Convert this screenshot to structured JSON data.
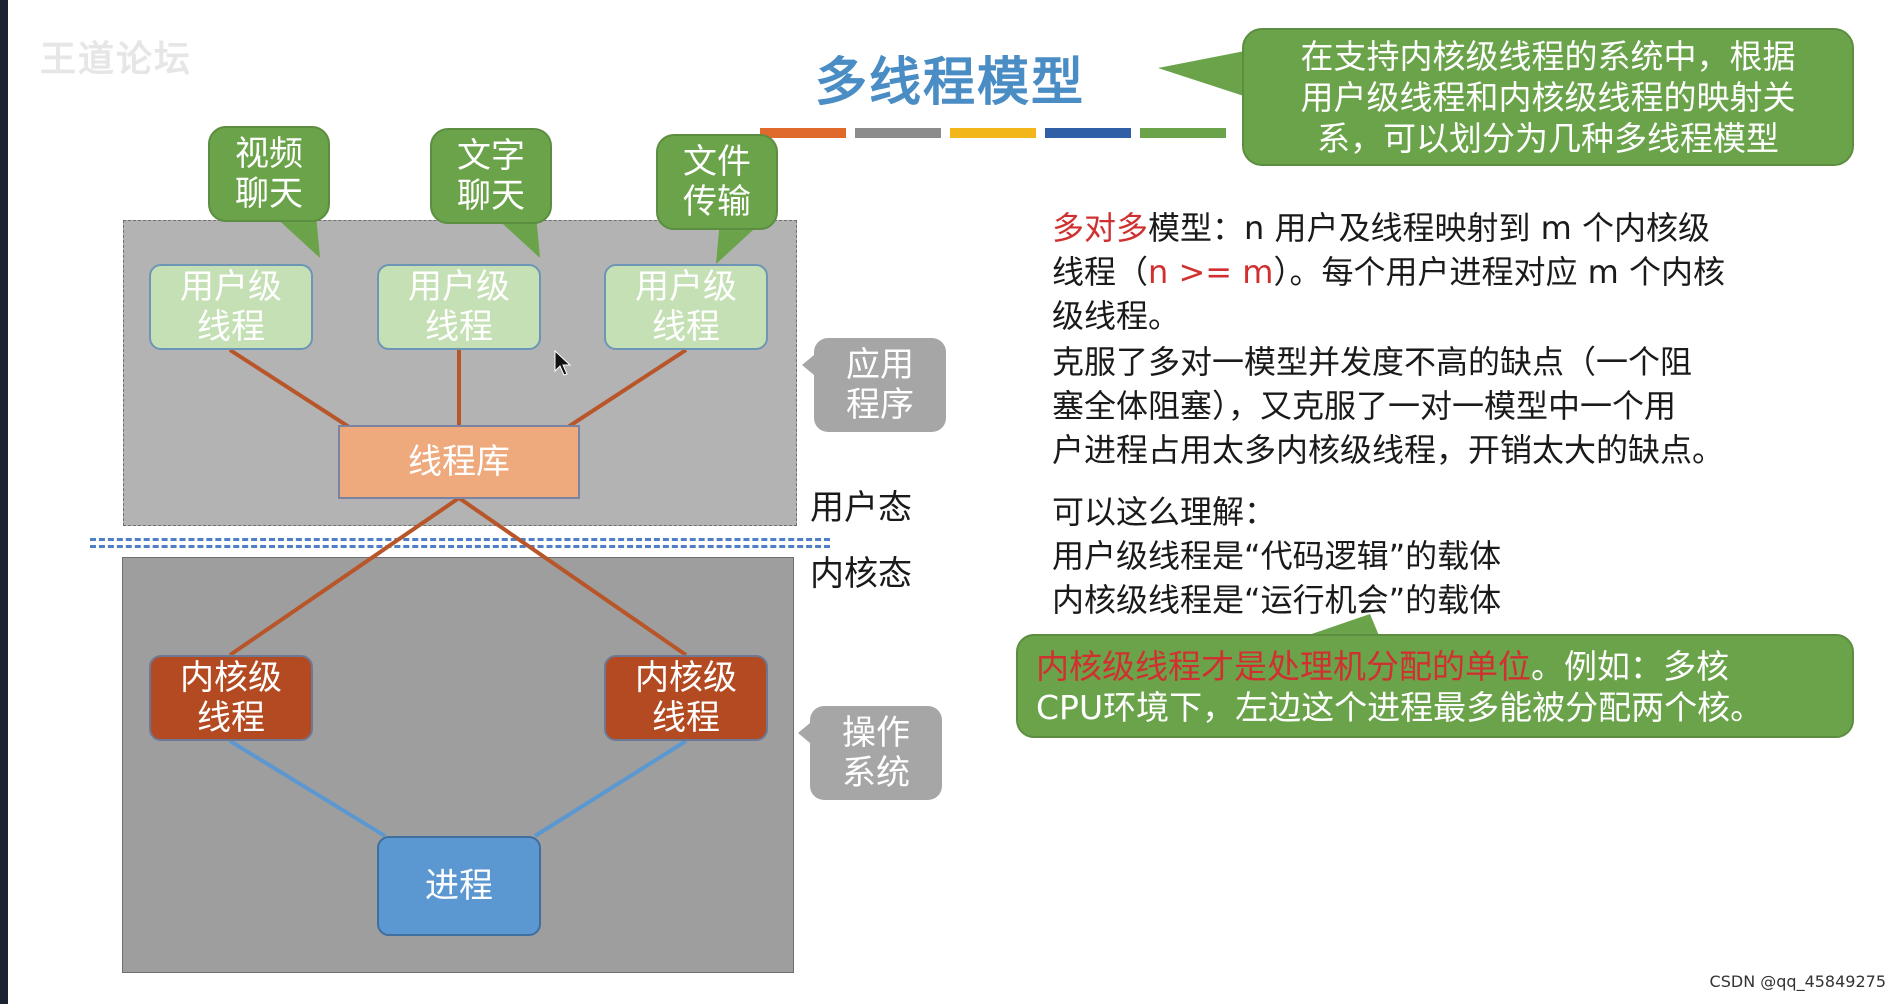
{
  "title": "多线程模型",
  "top_callout": "在支持内核级线程的系统中，根据\n用户级线程和内核级线程的映射关\n系，可以划分为几种多线程模型",
  "apps": [
    "视频\n聊天",
    "文字\n聊天",
    "文件\n传输"
  ],
  "user_threads": [
    "用户级\n线程",
    "用户级\n线程",
    "用户级\n线程"
  ],
  "thread_lib": "线程库",
  "kernel_threads": [
    "内核级\n线程",
    "内核级\n线程"
  ],
  "process": "进程",
  "side_labels": {
    "app": "应用\n程序",
    "user_mode": "用户态",
    "kernel_mode": "内核态",
    "os": "操作\n系统"
  },
  "description": {
    "model_name": "多对多",
    "p1_a": "模型：n 用户及线程映射到 m 个内核级",
    "p1_b": "线程（",
    "p1_cond": "n >= m",
    "p1_c": "）。每个用户进程对应 m 个内核",
    "p1_d": "级线程。",
    "p2": "克服了多对一模型并发度不高的缺点（一个阻\n塞全体阻塞），又克服了一对一模型中一个用\n户进程占用太多内核级线程，开销太大的缺点。",
    "p3": "可以这么理解：\n用户级线程是“代码逻辑”的载体\n内核级线程是“运行机会”的载体"
  },
  "bottom_callout": {
    "highlight": "内核级线程才是处理机分配的单位",
    "rest": "。例如：多核\nCPU环境下，左边这个进程最多能被分配两个核。"
  },
  "watermark": "王道论坛",
  "credit": "CSDN @qq_45849275",
  "colors": {
    "title": "#4a8cc4",
    "bubble_green": "#6aa34a",
    "user_thread": "#c5e0b4",
    "kernel_thread": "#b34a21",
    "thread_lib": "#eea97d",
    "process": "#5b97d0",
    "highlight_red": "#d13030",
    "stripe": [
      "#e06a2c",
      "#8c8c8c",
      "#f2b51a",
      "#2f5fa7",
      "#6aa34a"
    ]
  }
}
